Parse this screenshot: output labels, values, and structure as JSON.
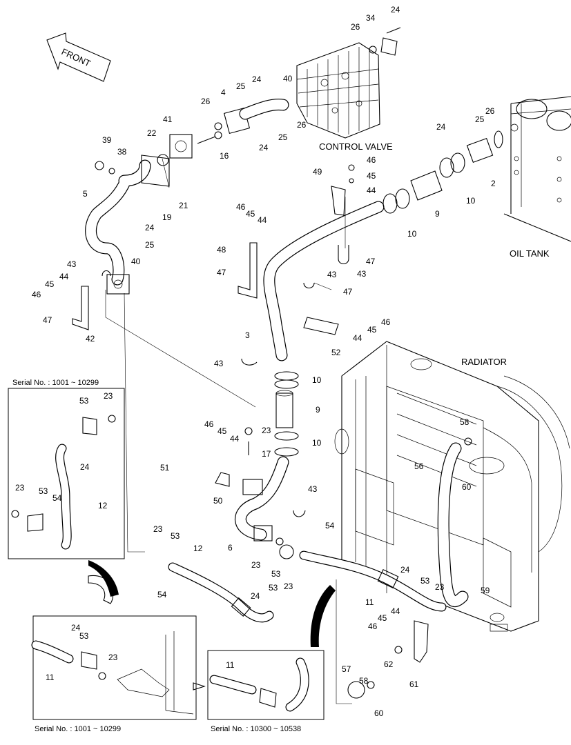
{
  "direction_label": "FRONT",
  "component_labels": {
    "control_valve": "CONTROL VALVE",
    "oil_tank": "OIL TANK",
    "radiator": "RADIATOR"
  },
  "insets": [
    {
      "serial": "Serial No. : 1001 ~ 10299"
    },
    {
      "serial": "Serial No. : 1001 ~ 10299"
    },
    {
      "serial": "Serial No. : 10300 ~ 10538"
    }
  ],
  "callouts": [
    {
      "id": "c1",
      "text": "24"
    },
    {
      "id": "c2",
      "text": "34"
    },
    {
      "id": "c3",
      "text": "26"
    },
    {
      "id": "c4",
      "text": "40"
    },
    {
      "id": "c5",
      "text": "24"
    },
    {
      "id": "c6",
      "text": "25"
    },
    {
      "id": "c7",
      "text": "4"
    },
    {
      "id": "c8",
      "text": "26"
    },
    {
      "id": "c9",
      "text": "26"
    },
    {
      "id": "c10",
      "text": "25"
    },
    {
      "id": "c11",
      "text": "24"
    },
    {
      "id": "c12",
      "text": "16"
    },
    {
      "id": "c13",
      "text": "41"
    },
    {
      "id": "c14",
      "text": "22"
    },
    {
      "id": "c15",
      "text": "39"
    },
    {
      "id": "c16",
      "text": "38"
    },
    {
      "id": "c17",
      "text": "5"
    },
    {
      "id": "c18",
      "text": "21"
    },
    {
      "id": "c19",
      "text": "19"
    },
    {
      "id": "c20",
      "text": "24"
    },
    {
      "id": "c21",
      "text": "25"
    },
    {
      "id": "c22",
      "text": "40"
    },
    {
      "id": "c23",
      "text": "43"
    },
    {
      "id": "c24",
      "text": "44"
    },
    {
      "id": "c25",
      "text": "45"
    },
    {
      "id": "c26",
      "text": "46"
    },
    {
      "id": "c27",
      "text": "47"
    },
    {
      "id": "c28",
      "text": "42"
    },
    {
      "id": "c29",
      "text": "26"
    },
    {
      "id": "c30",
      "text": "25"
    },
    {
      "id": "c31",
      "text": "24"
    },
    {
      "id": "c32",
      "text": "2"
    },
    {
      "id": "c33",
      "text": "10"
    },
    {
      "id": "c34",
      "text": "46"
    },
    {
      "id": "c35",
      "text": "45"
    },
    {
      "id": "c36",
      "text": "44"
    },
    {
      "id": "c37",
      "text": "49"
    },
    {
      "id": "c38",
      "text": "9"
    },
    {
      "id": "c39",
      "text": "10"
    },
    {
      "id": "c40",
      "text": "46"
    },
    {
      "id": "c41",
      "text": "45"
    },
    {
      "id": "c42",
      "text": "44"
    },
    {
      "id": "c43",
      "text": "48"
    },
    {
      "id": "c44",
      "text": "47"
    },
    {
      "id": "c45",
      "text": "43"
    },
    {
      "id": "c46",
      "text": "47"
    },
    {
      "id": "c47",
      "text": "43"
    },
    {
      "id": "c48",
      "text": "47"
    },
    {
      "id": "c49",
      "text": "46"
    },
    {
      "id": "c50",
      "text": "44"
    },
    {
      "id": "c51",
      "text": "45"
    },
    {
      "id": "c52",
      "text": "3"
    },
    {
      "id": "c53",
      "text": "52"
    },
    {
      "id": "c54",
      "text": "43"
    },
    {
      "id": "c55",
      "text": "10"
    },
    {
      "id": "c56",
      "text": "9"
    },
    {
      "id": "c57",
      "text": "46"
    },
    {
      "id": "c58",
      "text": "45"
    },
    {
      "id": "c59",
      "text": "44"
    },
    {
      "id": "c60",
      "text": "23"
    },
    {
      "id": "c61",
      "text": "10"
    },
    {
      "id": "c62",
      "text": "17"
    },
    {
      "id": "c63",
      "text": "51"
    },
    {
      "id": "c64",
      "text": "50"
    },
    {
      "id": "c65",
      "text": "43"
    },
    {
      "id": "c66",
      "text": "6"
    },
    {
      "id": "c67",
      "text": "23"
    },
    {
      "id": "c68",
      "text": "53"
    },
    {
      "id": "c69",
      "text": "54"
    },
    {
      "id": "c70",
      "text": "58"
    },
    {
      "id": "c71",
      "text": "56"
    },
    {
      "id": "c72",
      "text": "60"
    },
    {
      "id": "c73",
      "text": "23"
    },
    {
      "id": "c74",
      "text": "53"
    },
    {
      "id": "c75",
      "text": "12"
    },
    {
      "id": "c76",
      "text": "54"
    },
    {
      "id": "c77",
      "text": "24"
    },
    {
      "id": "c78",
      "text": "53"
    },
    {
      "id": "c79",
      "text": "23"
    },
    {
      "id": "c80",
      "text": "24"
    },
    {
      "id": "c81",
      "text": "53"
    },
    {
      "id": "c82",
      "text": "23"
    },
    {
      "id": "c83",
      "text": "11"
    },
    {
      "id": "c84",
      "text": "59"
    },
    {
      "id": "c85",
      "text": "44"
    },
    {
      "id": "c86",
      "text": "45"
    },
    {
      "id": "c87",
      "text": "46"
    },
    {
      "id": "c88",
      "text": "62"
    },
    {
      "id": "c89",
      "text": "61"
    },
    {
      "id": "c90",
      "text": "57"
    },
    {
      "id": "c91",
      "text": "58"
    },
    {
      "id": "c92",
      "text": "60"
    },
    {
      "id": "c93",
      "text": "53"
    },
    {
      "id": "c94",
      "text": "23"
    },
    {
      "id": "c95",
      "text": "24"
    },
    {
      "id": "c96",
      "text": "23"
    },
    {
      "id": "c97",
      "text": "53"
    },
    {
      "id": "c98",
      "text": "54"
    },
    {
      "id": "c99",
      "text": "12"
    },
    {
      "id": "c100",
      "text": "24"
    },
    {
      "id": "c101",
      "text": "53"
    },
    {
      "id": "c102",
      "text": "23"
    },
    {
      "id": "c103",
      "text": "11"
    },
    {
      "id": "c104",
      "text": "11"
    }
  ]
}
